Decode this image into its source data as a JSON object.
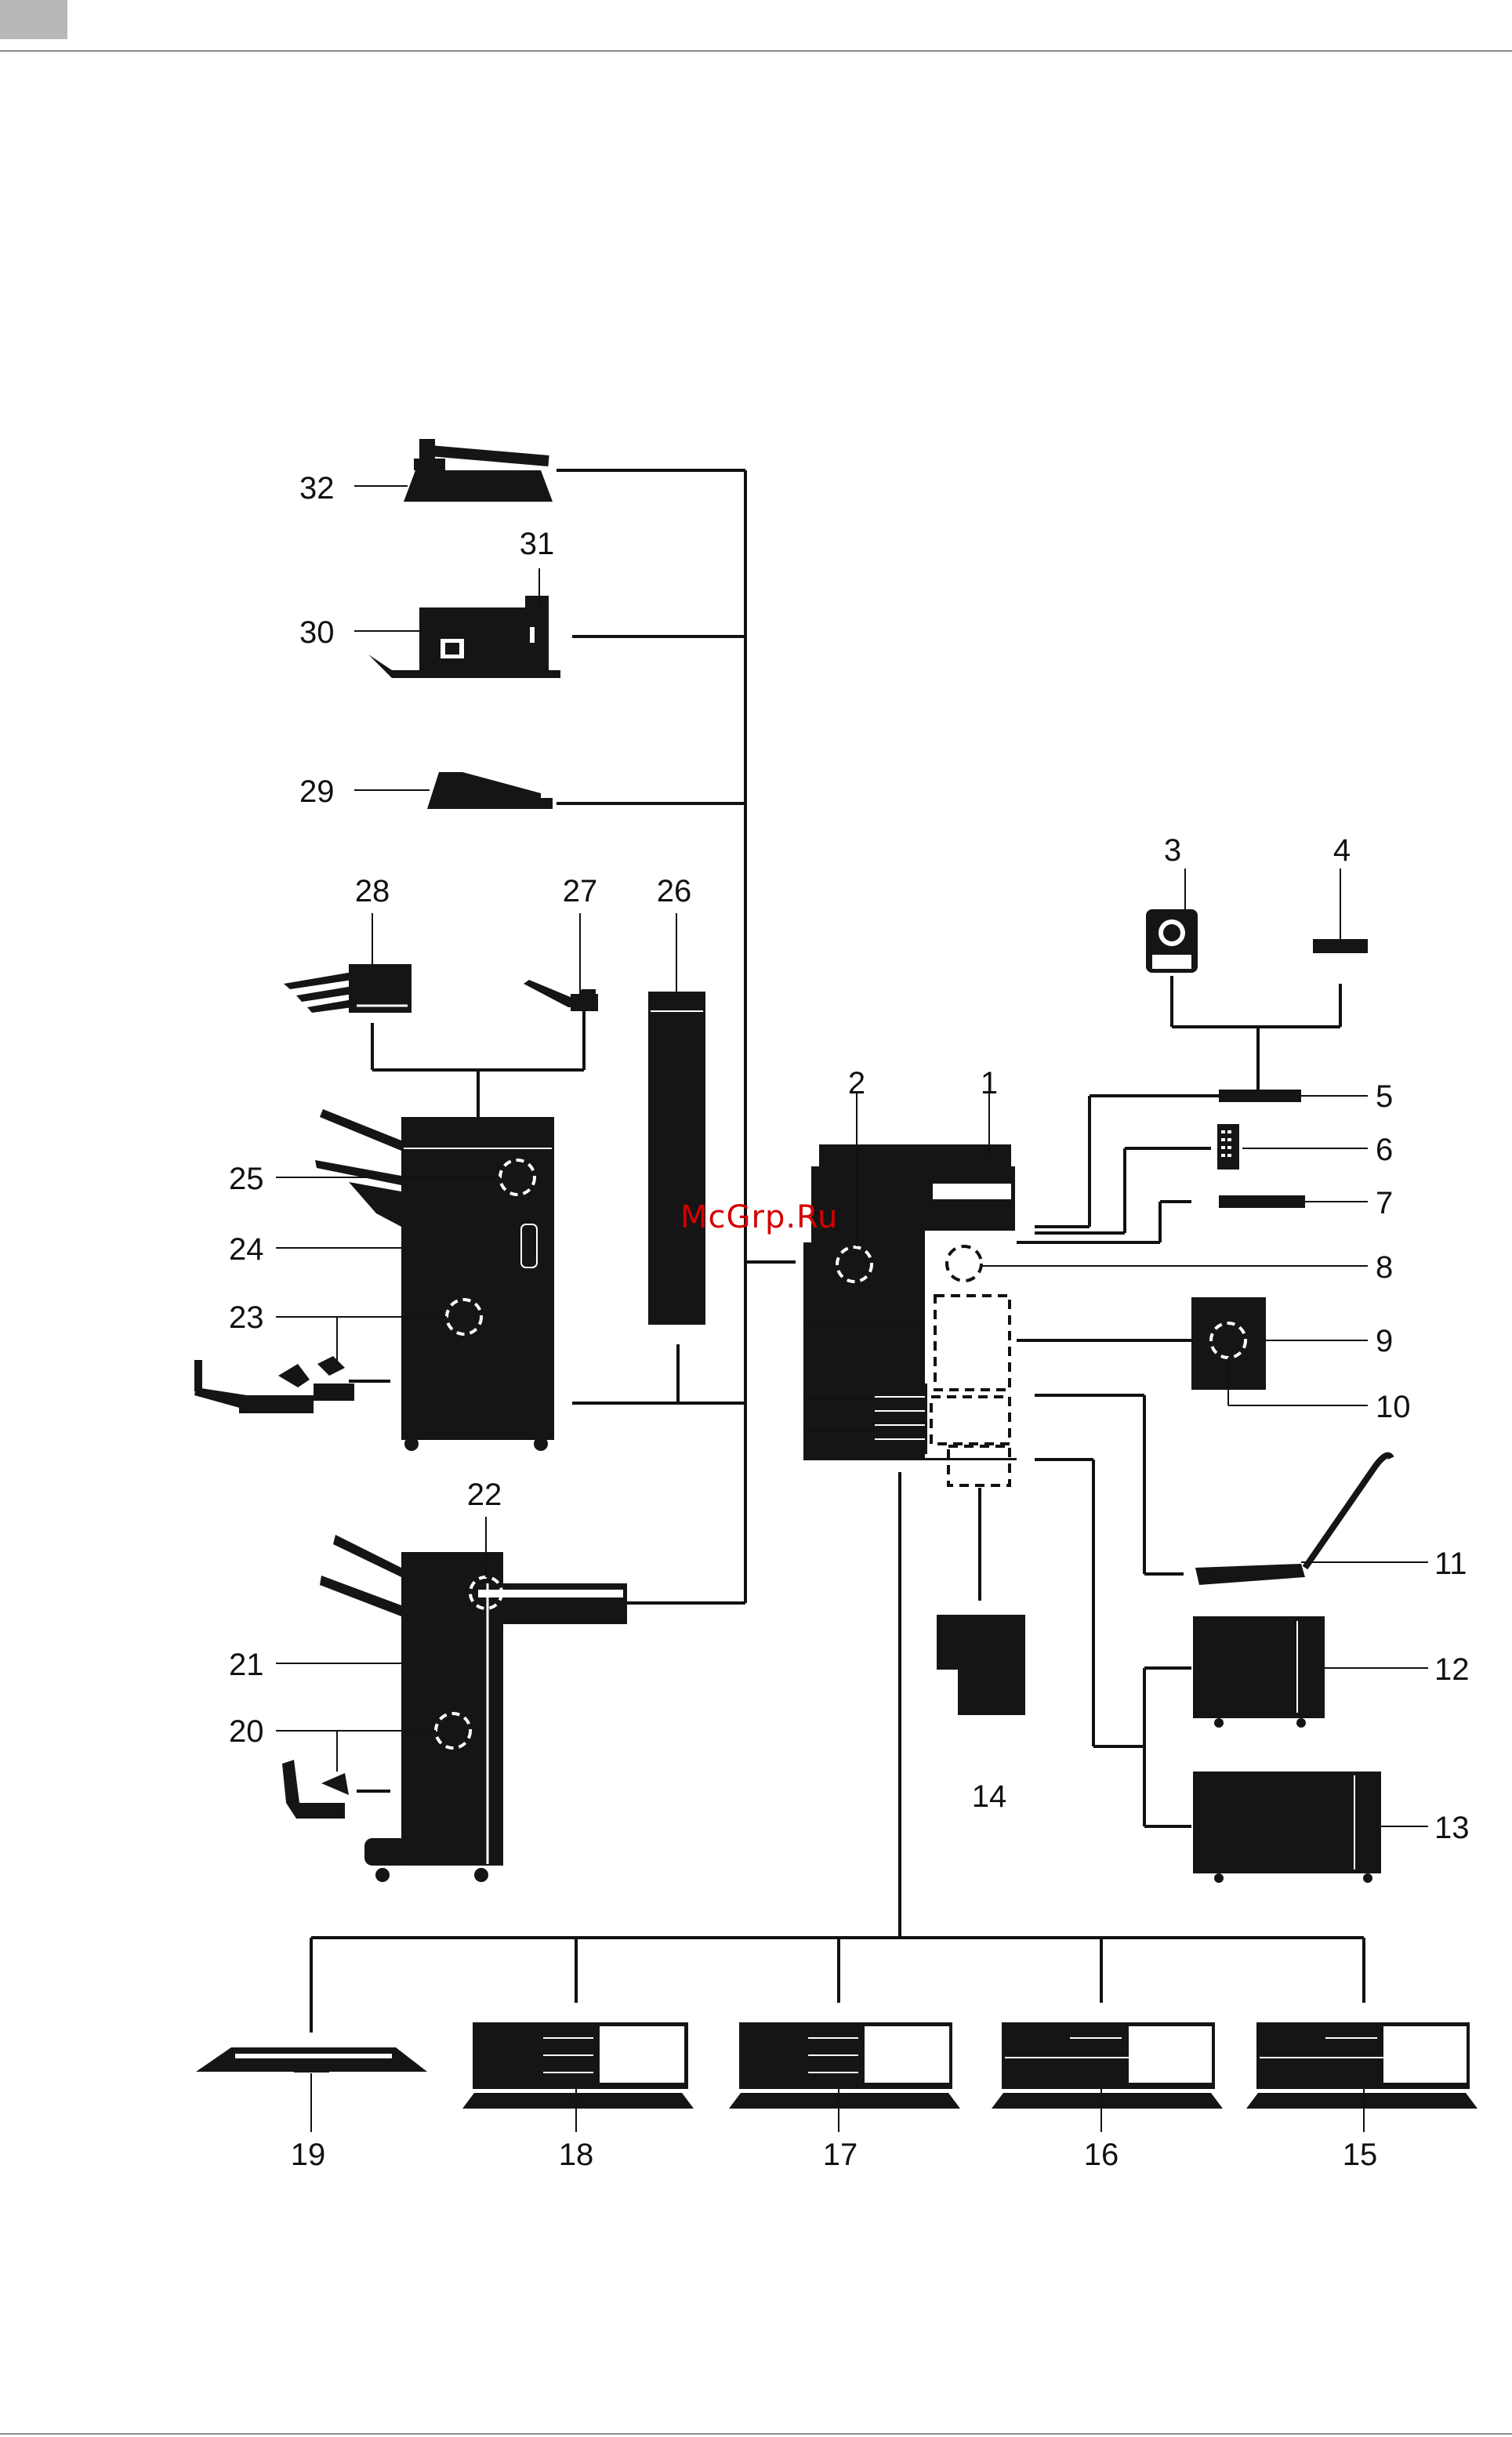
{
  "watermark": "McGrp.Ru",
  "callouts": {
    "c1": "1",
    "c2": "2",
    "c3": "3",
    "c4": "4",
    "c5": "5",
    "c6": "6",
    "c7": "7",
    "c8": "8",
    "c9": "9",
    "c10": "10",
    "c11": "11",
    "c12": "12",
    "c13": "13",
    "c14": "14",
    "c15": "15",
    "c16": "16",
    "c17": "17",
    "c18": "18",
    "c19": "19",
    "c20": "20",
    "c21": "21",
    "c22": "22",
    "c23": "23",
    "c24": "24",
    "c25": "25",
    "c26": "26",
    "c27": "27",
    "c28": "28",
    "c29": "29",
    "c30": "30",
    "c31": "31",
    "c32": "32"
  }
}
